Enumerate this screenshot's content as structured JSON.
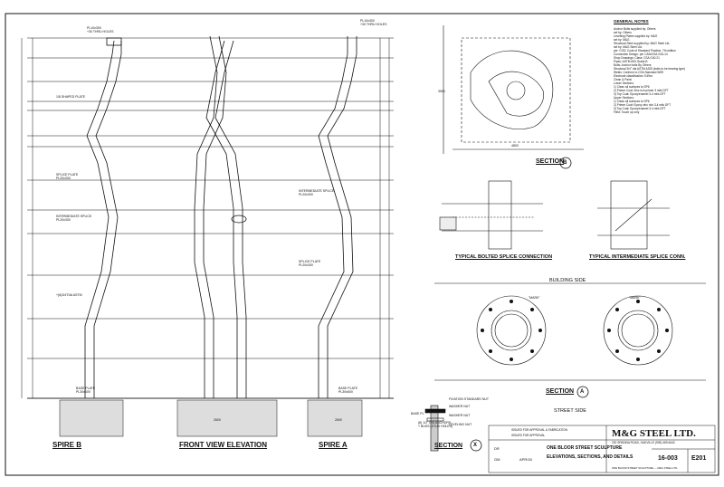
{
  "drawing": {
    "view_labels": {
      "spire_b": "SPIRE B",
      "front_view": "FRONT VIEW ELEVATION",
      "spire_a": "SPIRE A",
      "section_b": "SECTION",
      "section_b_tag": "B",
      "section_a": "SECTION",
      "section_a_tag": "A",
      "section_x": "SECTION",
      "section_x_tag": "X",
      "typical_bolted": "TYPICAL BOLTED SPLICE CONNECTION",
      "typical_intermediate": "TYPICAL INTERMEDIATE SPLICE CONN.",
      "building_side": "BUILDING SIDE",
      "street_side": "STREET SIDE",
      "mark": "\"MARK\""
    },
    "elevation_callouts": {
      "top_b": "PL10x300\n+30 THRU HOLES",
      "bottom_b": "BASE PLATE\nPL30x600",
      "splice_plate": "SPLICE PLATE\nPL20x300",
      "intermediate": "INTERMEDIATE SPLICE\nPL20x300",
      "bolts": "+(6)3/4\"DIA ASTM",
      "shaped_plate": "1/8 SHAPED PLATE",
      "top_a": "PL10x300\n+30 THRU HOLES",
      "bottom_a": "BASE PLATE\nPL30x600",
      "section_x_left": "BASE PL",
      "section_x_notes": [
        "FIXATION STANDARD NUT",
        "WASHER NUT",
        "WASHER NUT",
        "LEVELING NUT"
      ],
      "section_x_anchor": "(8) 1/2\" DIA ANCHORS\n+ BUSS (STUD HOLES)"
    },
    "dimensions": {
      "front_width": "2600",
      "spire_a_width": "2600",
      "section_b_width": "4800",
      "section_b_height": "3500"
    },
    "general_notes": {
      "heading": "GENERAL NOTES",
      "lines": [
        "Anchor Bolts          supplied by:     Others",
        "                        set by:          Others",
        "Levelling Plates       supplied by:     M&G",
        "                        set by:          M&G",
        "Structural Steel       supplied by:     M&G Steel Ltd.",
        "                        set by:          M&G Steel Ltd.",
        "per: CISC Code of Standard Practice, 7th edition",
        "Connection Design:     per CAN/CSA-S16-14",
        "Shop Drawings:         Class:           CSA G40.21",
        "                        Pipes:           ASTM A53 Grade B",
        "Bolts:                  Anchor bolts     By Others",
        "                        Structural       3/4\" dia ASTM A325 (bolts to be bearing type)",
        "Welds:                  Conform to CSA Standard W59",
        "                        Electrode classification: E49xx",
        "Clean & Paint:",
        "  Lower Sections:",
        "    1) Clean all surfaces to SP6",
        "    2) Primer Coat: Zinc rich primer 3 mils DFT",
        "    3) Top Coat: Epoxy/enamel 3-4 mils DFT",
        "  Upper Sections:",
        "    1) Clean all surfaces to SP6",
        "    2) Primer Coat: Epoxy zinc rich 3-4 mils DFT",
        "    3) Top Coat: Epoxy/enamel 3-4 mils DFT",
        "Field: Touch up only"
      ]
    },
    "title_block": {
      "company": "M&G STEEL LTD.",
      "address": "220 SPADINA ROAD, OAKVILLE (905) 469-6442",
      "project": "ONE BLOOR STREET SCULPTURE",
      "sheet_title": "ELEVATIONS, SECTIONS, AND DETAILS",
      "job_no": "16-003",
      "sheet_no": "E201",
      "revisions": [
        "ISSUED FOR APPROVAL & FABRICATION",
        "ISSUED FOR APPROVAL"
      ],
      "drawn": "GM",
      "date": "APR/18",
      "checked": "DR",
      "footer": "ONE BLOOR STREET SCULPTURE — M&G STEEL LTD."
    }
  }
}
